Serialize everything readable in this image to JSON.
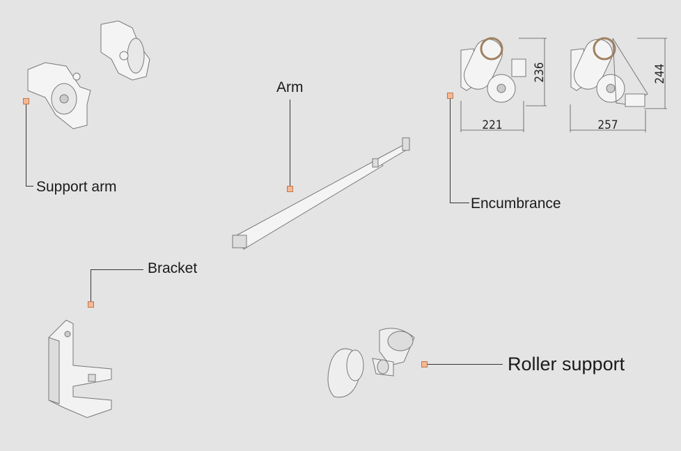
{
  "callouts": {
    "support_arm": "Support arm",
    "arm": "Arm",
    "encumbrance": "Encumbrance",
    "bracket": "Bracket",
    "roller_support": "Roller support"
  },
  "dimensions": {
    "left_width": "221",
    "left_height": "236",
    "right_width": "257",
    "right_height": "244"
  },
  "colors": {
    "background": "#e4e4e4",
    "hotspot": "#f6b894"
  }
}
